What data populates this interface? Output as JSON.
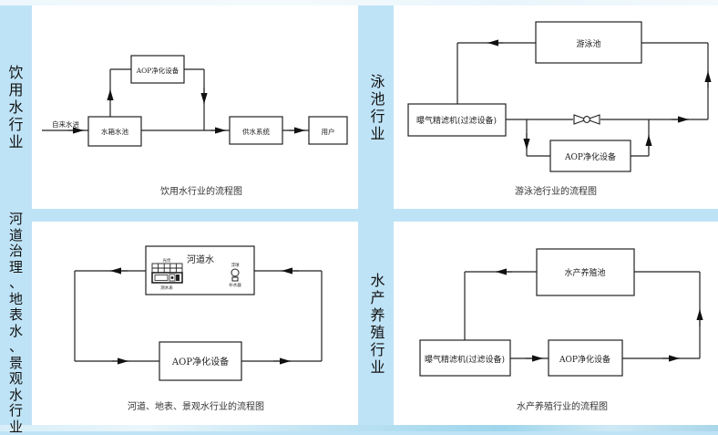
{
  "panels": [
    {
      "side_label": "饮用水行业",
      "caption": "饮用水行业的流程图",
      "nodes": {
        "inlet_label": "自来水进",
        "tank": "水箱水池",
        "aop": "AOP净化设备",
        "supply": "供水系统",
        "user": "用户"
      }
    },
    {
      "side_label": "泳池行业",
      "caption": "游泳池行业的流程图",
      "nodes": {
        "pool": "游泳池",
        "filter": "曝气精滤机(过滤设备)",
        "aop": "AOP净化设备"
      }
    },
    {
      "side_label": "河道治理、地表水、景观水行业",
      "caption": "河道、地表、景观水行业的流程图",
      "nodes": {
        "river": "河道水",
        "solar_label": "光伏",
        "meter_label": "测水表",
        "sensor_top_label": "浮球",
        "sensor_bottom_label": "补水器",
        "aop": "AOP净化设备"
      }
    },
    {
      "side_label": "水产养殖行业",
      "caption": "水产养殖行业的流程图",
      "nodes": {
        "pond": "水产养殖池",
        "filter": "曝气精滤机(过滤设备)",
        "aop": "AOP净化设备"
      }
    }
  ]
}
